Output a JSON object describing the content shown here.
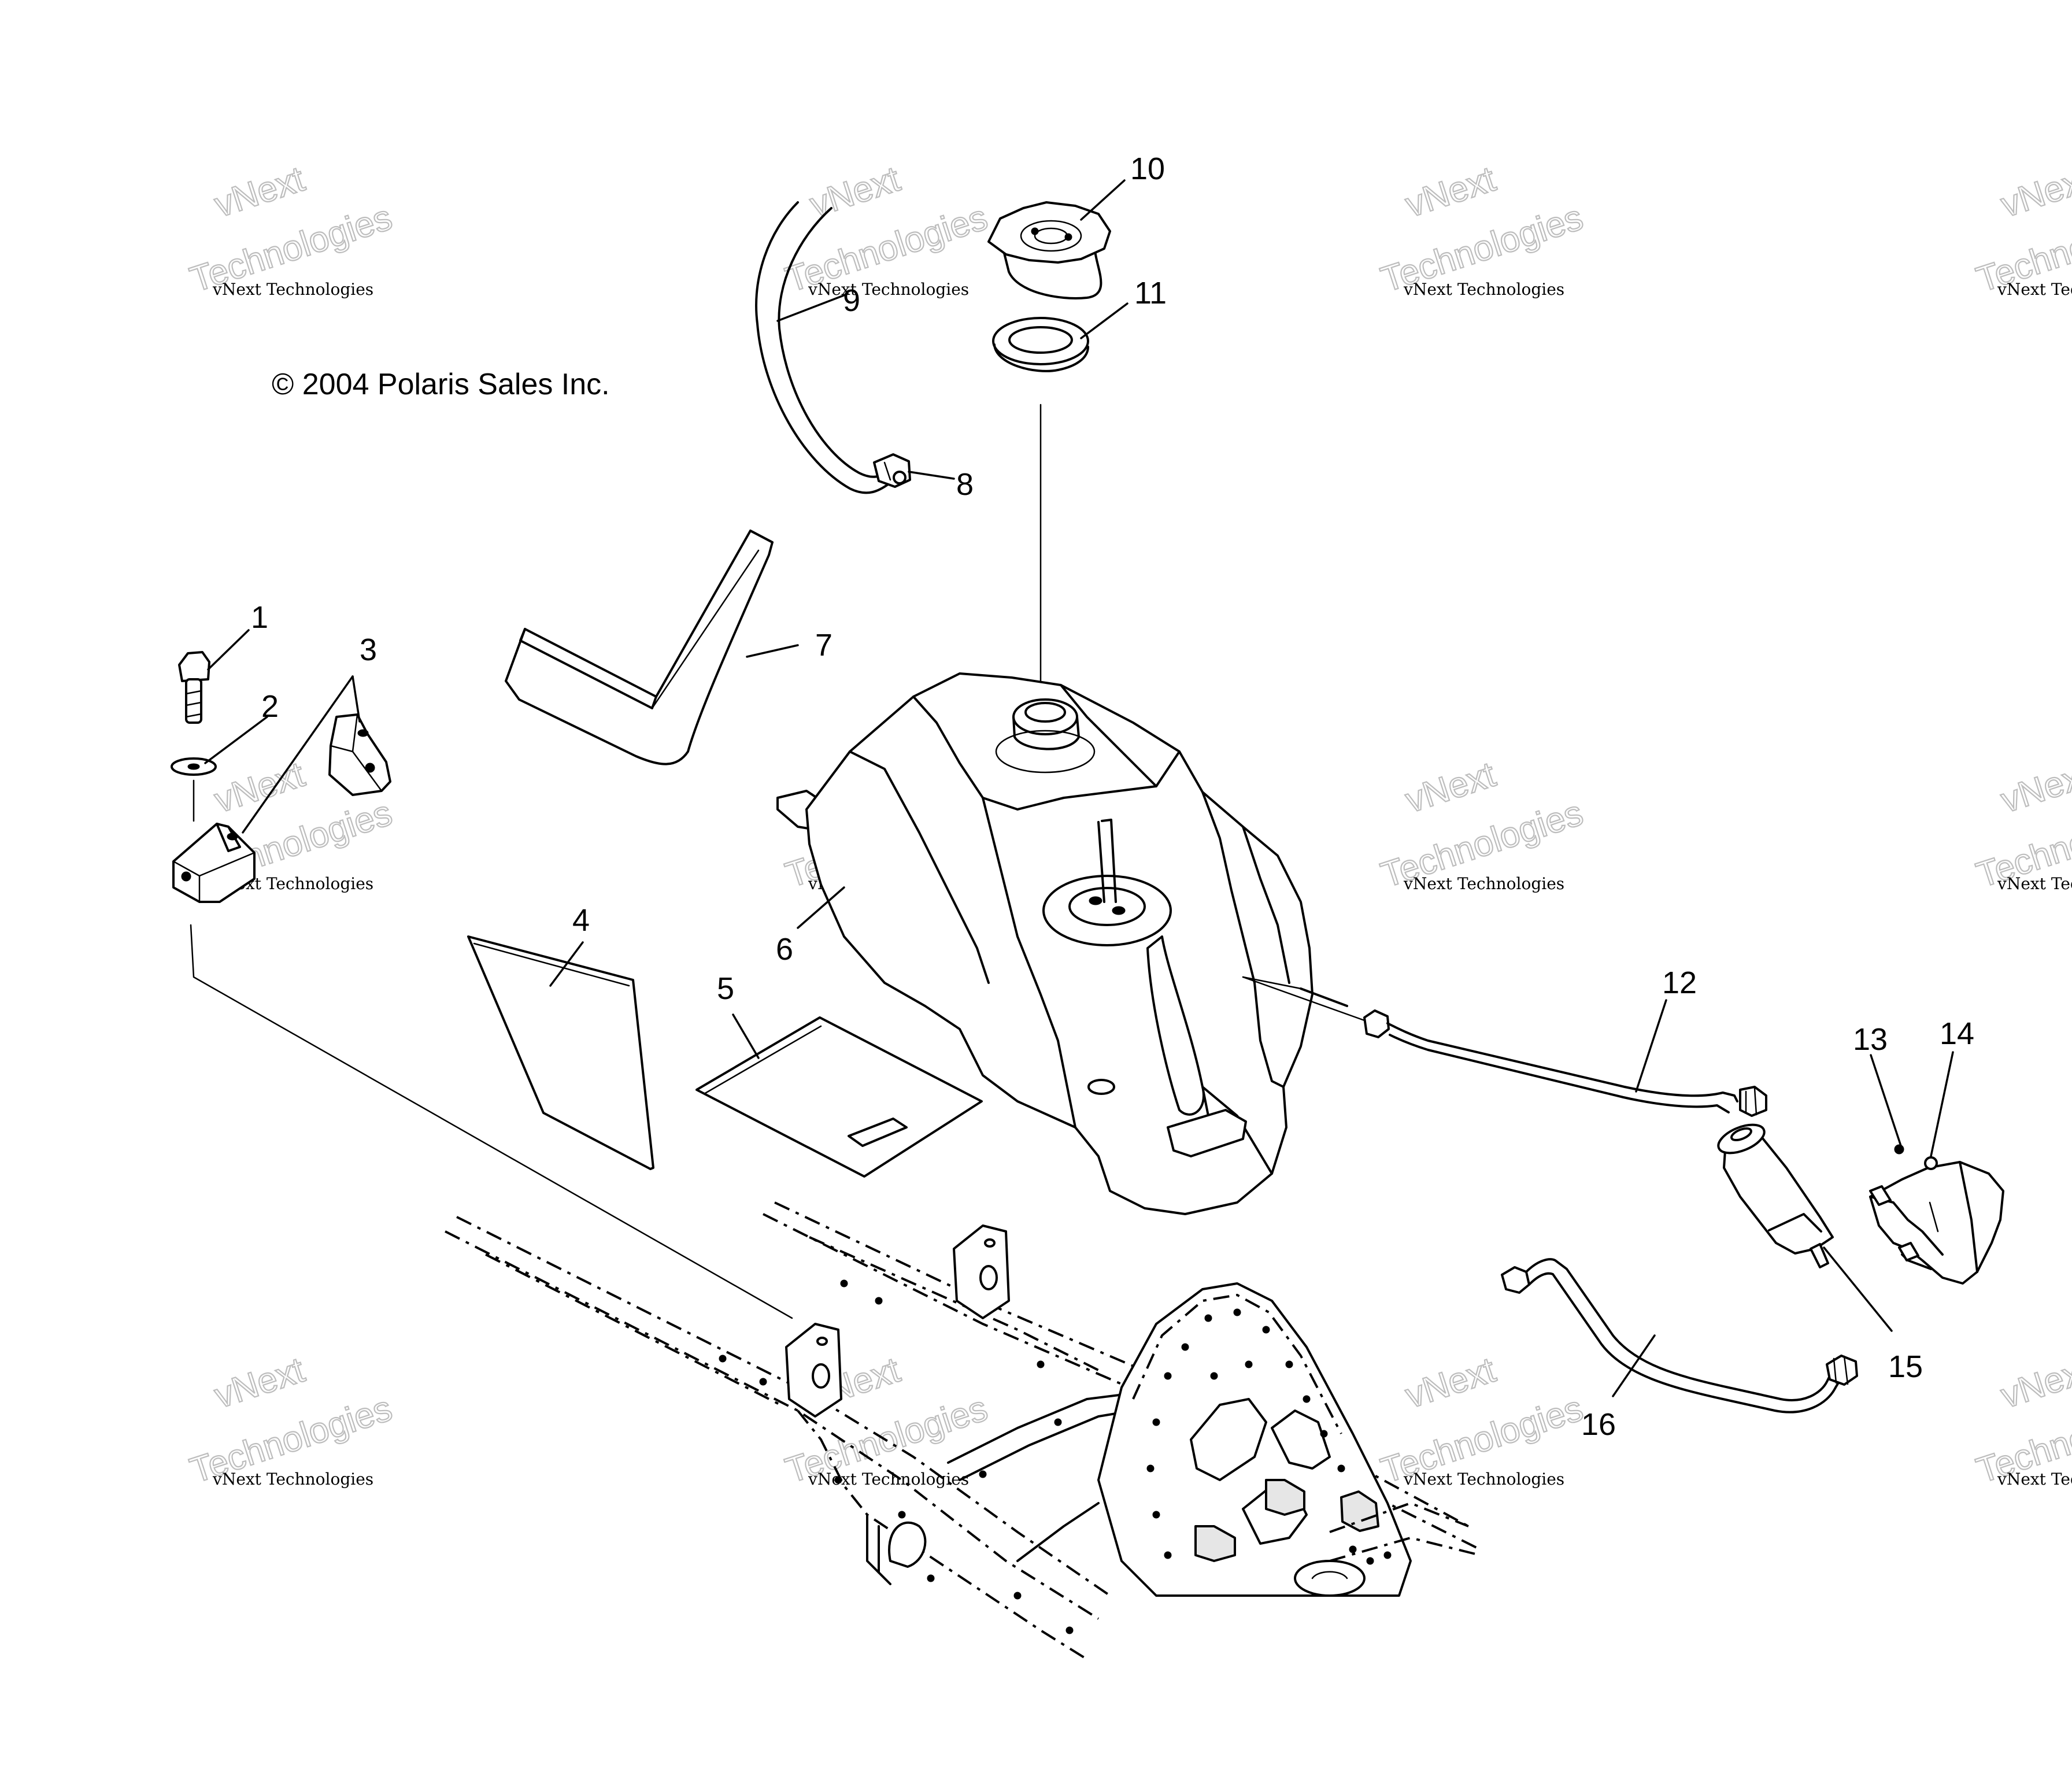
{
  "copyright": "© 2004 Polaris Sales Inc.",
  "watermark": {
    "small": "vNext Technologies",
    "top_word": "vNext",
    "bottom_word": "Technologies"
  },
  "callouts": [
    "1",
    "2",
    "3",
    "4",
    "5",
    "6",
    "7",
    "8",
    "9",
    "10",
    "11",
    "12",
    "13",
    "14",
    "15",
    "16"
  ]
}
